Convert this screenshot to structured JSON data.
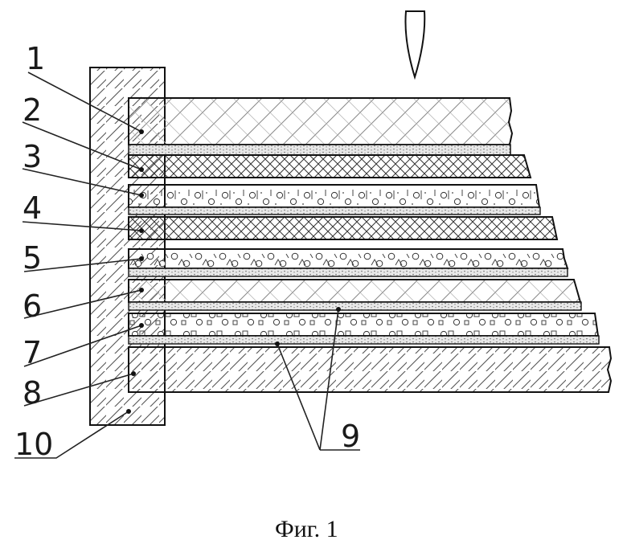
{
  "figure": {
    "caption": "Фиг. 1",
    "labels": {
      "l1": "1",
      "l2": "2",
      "l3": "3",
      "l4": "4",
      "l5": "5",
      "l6": "6",
      "l7": "7",
      "l8": "8",
      "l9": "9",
      "l10": "10"
    }
  }
}
